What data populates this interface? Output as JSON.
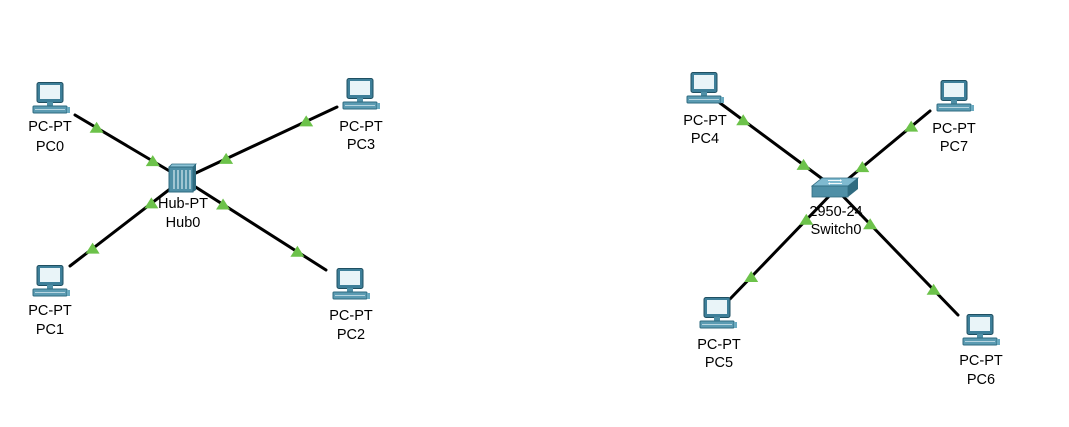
{
  "colors": {
    "link": "#000000",
    "link_status_up": "#6cc24a",
    "device_body": "#4f8fa6",
    "screen": "#e9f4f8",
    "background": "#ffffff"
  },
  "devices": {
    "pc0": {
      "type": "PC-PT",
      "name": "PC0",
      "icon": "pc-icon"
    },
    "pc1": {
      "type": "PC-PT",
      "name": "PC1",
      "icon": "pc-icon"
    },
    "pc2": {
      "type": "PC-PT",
      "name": "PC2",
      "icon": "pc-icon"
    },
    "pc3": {
      "type": "PC-PT",
      "name": "PC3",
      "icon": "pc-icon"
    },
    "hub0": {
      "type": "Hub-PT",
      "name": "Hub0",
      "icon": "hub-icon"
    },
    "pc4": {
      "type": "PC-PT",
      "name": "PC4",
      "icon": "pc-icon"
    },
    "pc5": {
      "type": "PC-PT",
      "name": "PC5",
      "icon": "pc-icon"
    },
    "pc6": {
      "type": "PC-PT",
      "name": "PC6",
      "icon": "pc-icon"
    },
    "pc7": {
      "type": "PC-PT",
      "name": "PC7",
      "icon": "pc-icon"
    },
    "switch0": {
      "type": "2950-24",
      "name": "Switch0",
      "icon": "switch-icon"
    }
  },
  "links": [
    {
      "from": "pc0",
      "to": "hub0",
      "status": "up"
    },
    {
      "from": "pc1",
      "to": "hub0",
      "status": "up"
    },
    {
      "from": "pc2",
      "to": "hub0",
      "status": "up"
    },
    {
      "from": "pc3",
      "to": "hub0",
      "status": "up"
    },
    {
      "from": "pc4",
      "to": "switch0",
      "status": "up"
    },
    {
      "from": "pc5",
      "to": "switch0",
      "status": "up"
    },
    {
      "from": "pc6",
      "to": "switch0",
      "status": "up"
    },
    {
      "from": "pc7",
      "to": "switch0",
      "status": "up"
    }
  ]
}
